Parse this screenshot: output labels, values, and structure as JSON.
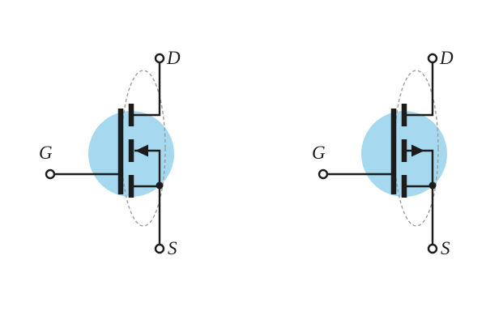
{
  "figure": {
    "background_color": "#ffffff",
    "highlight_circle_color": "#a6d9ef",
    "dashed_ellipse_color": "#9b9b9b",
    "symbol_color": "#1c1c1c",
    "transistors": [
      {
        "id": "n-channel-mosfet-symbol",
        "drain_label": "D",
        "gate_label": "G",
        "source_label": "S",
        "arrow_direction": "left"
      },
      {
        "id": "p-channel-mosfet-symbol",
        "drain_label": "D",
        "gate_label": "G",
        "source_label": "S",
        "arrow_direction": "right"
      }
    ]
  }
}
